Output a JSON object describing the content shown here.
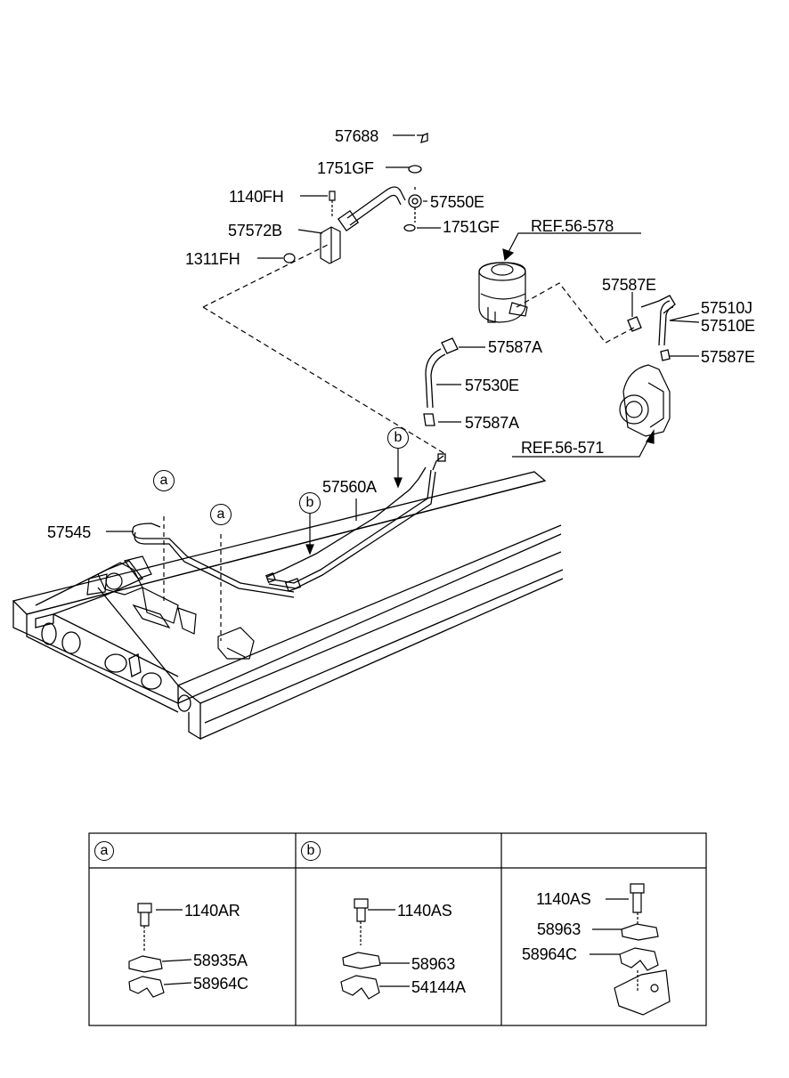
{
  "colors": {
    "line": "#000000",
    "background": "#ffffff"
  },
  "labels": {
    "p57688": "57688",
    "p1751gf_top": "1751GF",
    "p1140fh": "1140FH",
    "p57550e": "57550E",
    "p57572b": "57572B",
    "p1751gf_bottom": "1751GF",
    "pref56578": "REF.56-578",
    "p1311fh": "1311FH",
    "p57587e_top": "57587E",
    "p57510j": "57510J",
    "p57510e": "57510E",
    "p57587a_top": "57587A",
    "p57587e_right": "57587E",
    "p57530e": "57530E",
    "p57587a_mid": "57587A",
    "pref56571": "REF.56-571",
    "p57560a": "57560A",
    "p57545": "57545"
  },
  "callouts": {
    "a": "a",
    "b": "b"
  },
  "table": {
    "headers": [
      "a",
      "b",
      ""
    ],
    "col_a": [
      "1140AR",
      "58935A",
      "58964C"
    ],
    "col_b": [
      "1140AS",
      "58963",
      "54144A"
    ],
    "col_c": [
      "1140AS",
      "58963",
      "58964C"
    ]
  }
}
